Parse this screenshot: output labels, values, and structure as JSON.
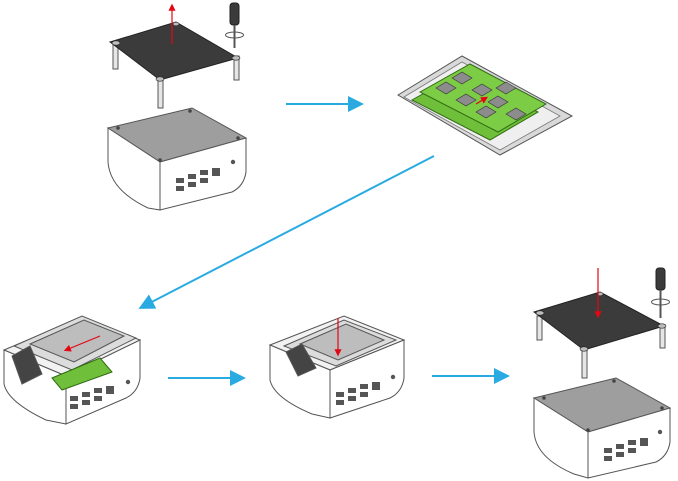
{
  "colors": {
    "background": "#ffffff",
    "flow_arrow": "#29abe2",
    "action_arrow": "#e30613",
    "lid_dark": "#3b3b3b",
    "lid_gray": "#9e9e9e",
    "case_white": "#ffffff",
    "outline": "#555555",
    "board_green": "#6fbf3a",
    "chip_gray": "#8c8c8c",
    "slot_gray": "#d9d9d9"
  },
  "icons": {
    "screwdriver": "screwdriver-icon",
    "rotate": "rotate-arrow-icon"
  },
  "steps": [
    {
      "id": "remove-bottom-lid"
    },
    {
      "id": "insert-memory-module"
    },
    {
      "id": "install-storage-drive"
    },
    {
      "id": "seat-drive-connector"
    },
    {
      "id": "reattach-bottom-lid"
    }
  ]
}
